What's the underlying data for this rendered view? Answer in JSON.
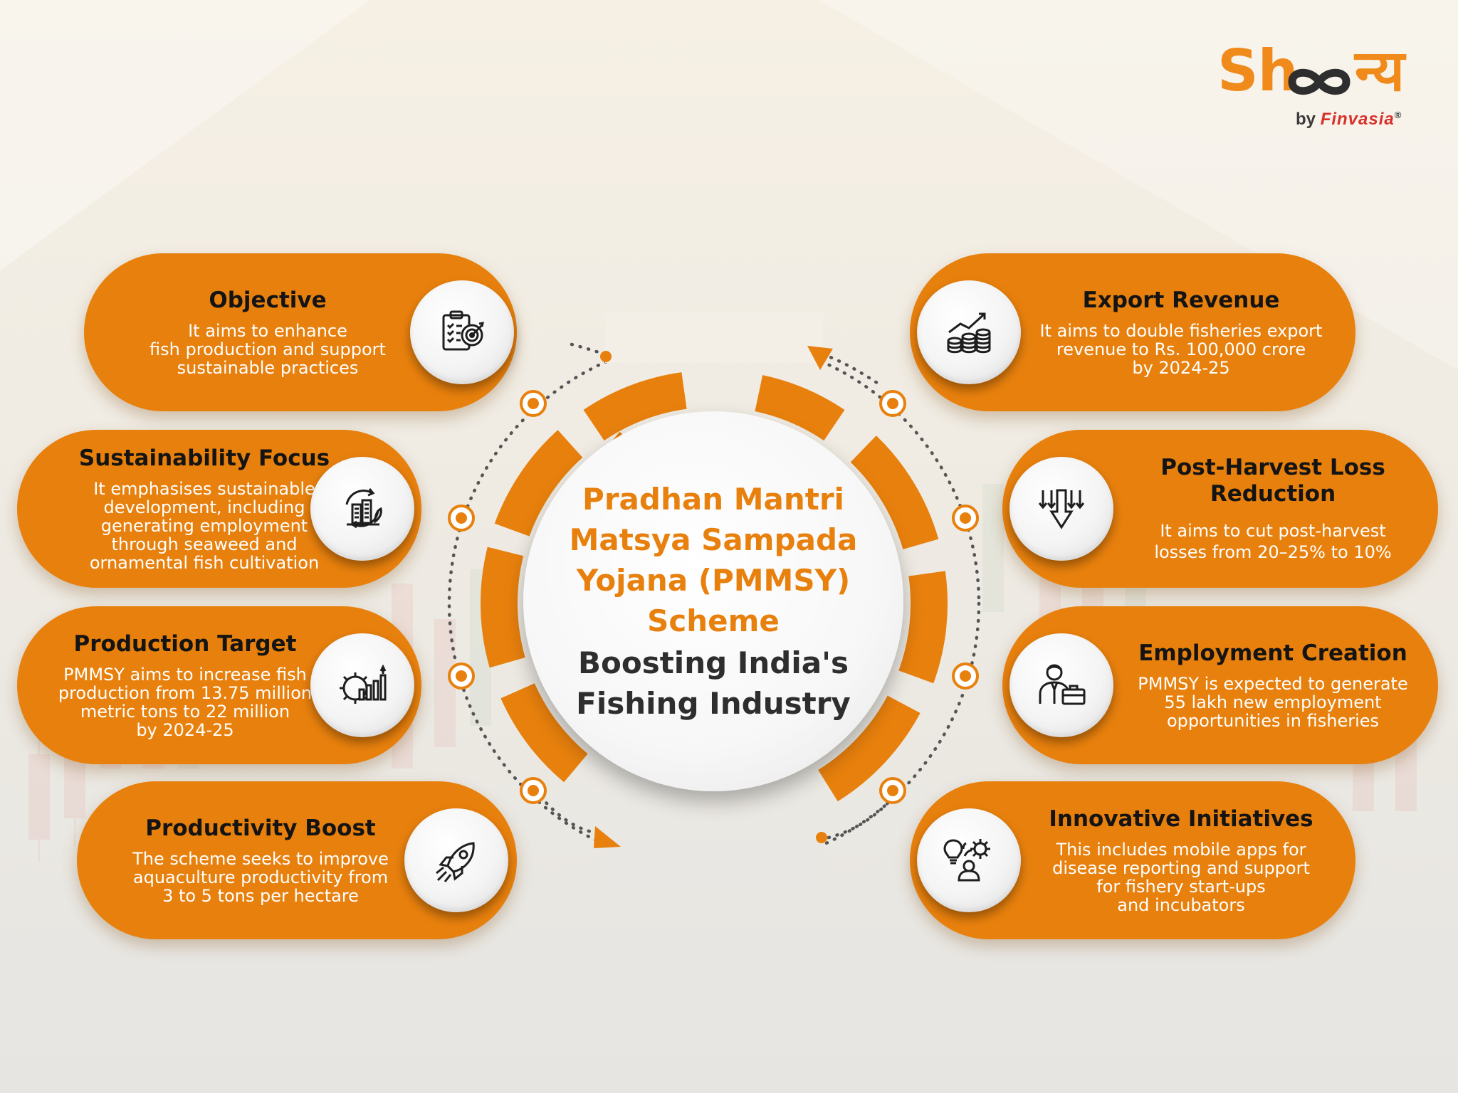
{
  "logo": {
    "main": "Sh",
    "hindi": "न्य",
    "by": "by",
    "brand": "Finvasia",
    "mark": "®"
  },
  "center": {
    "title": "Pradhan Mantri\nMatsya Sampada\nYojana (PMMSY)\nScheme",
    "subtitle": "Boosting India's\nFishing Industry"
  },
  "colors": {
    "accent": "#e8800d",
    "heading": "#141414",
    "body_text": "#ffffff"
  },
  "left_cards": [
    {
      "title": "Objective",
      "text": "It aims to enhance\nfish production and support\nsustainable practices",
      "icon": "clipboard-target-icon"
    },
    {
      "title": "Sustainability Focus",
      "text": "It emphasises sustainable\ndevelopment, including\ngenerating employment\nthrough seaweed and\nornamental fish cultivation",
      "icon": "sustainable-city-icon"
    },
    {
      "title": "Production Target",
      "text": "PMMSY aims to increase fish\nproduction from 13.75 million\nmetric tons to 22 million\nby 2024-25",
      "icon": "gear-growth-chart-icon"
    },
    {
      "title": "Productivity Boost",
      "text": "The scheme seeks to improve\naquaculture productivity from\n3 to 5 tons per hectare",
      "icon": "rocket-icon"
    }
  ],
  "right_cards": [
    {
      "title": "Export Revenue",
      "text": "It aims to double fisheries export\nrevenue to Rs. 100,000 crore\nby 2024-25",
      "icon": "coins-growth-icon"
    },
    {
      "title": "Post-Harvest Loss\nReduction",
      "text": "It aims to cut post-harvest\nlosses from 20–25% to 10%",
      "icon": "down-arrows-icon"
    },
    {
      "title": "Employment Creation",
      "text": "PMMSY is expected to generate\n55 lakh new employment\nopportunities in fisheries",
      "icon": "businessman-briefcase-icon"
    },
    {
      "title": "Innovative Initiatives",
      "text": "This includes mobile apps for\ndisease reporting and support\nfor fishery start-ups\nand incubators",
      "icon": "innovation-person-icon"
    }
  ]
}
